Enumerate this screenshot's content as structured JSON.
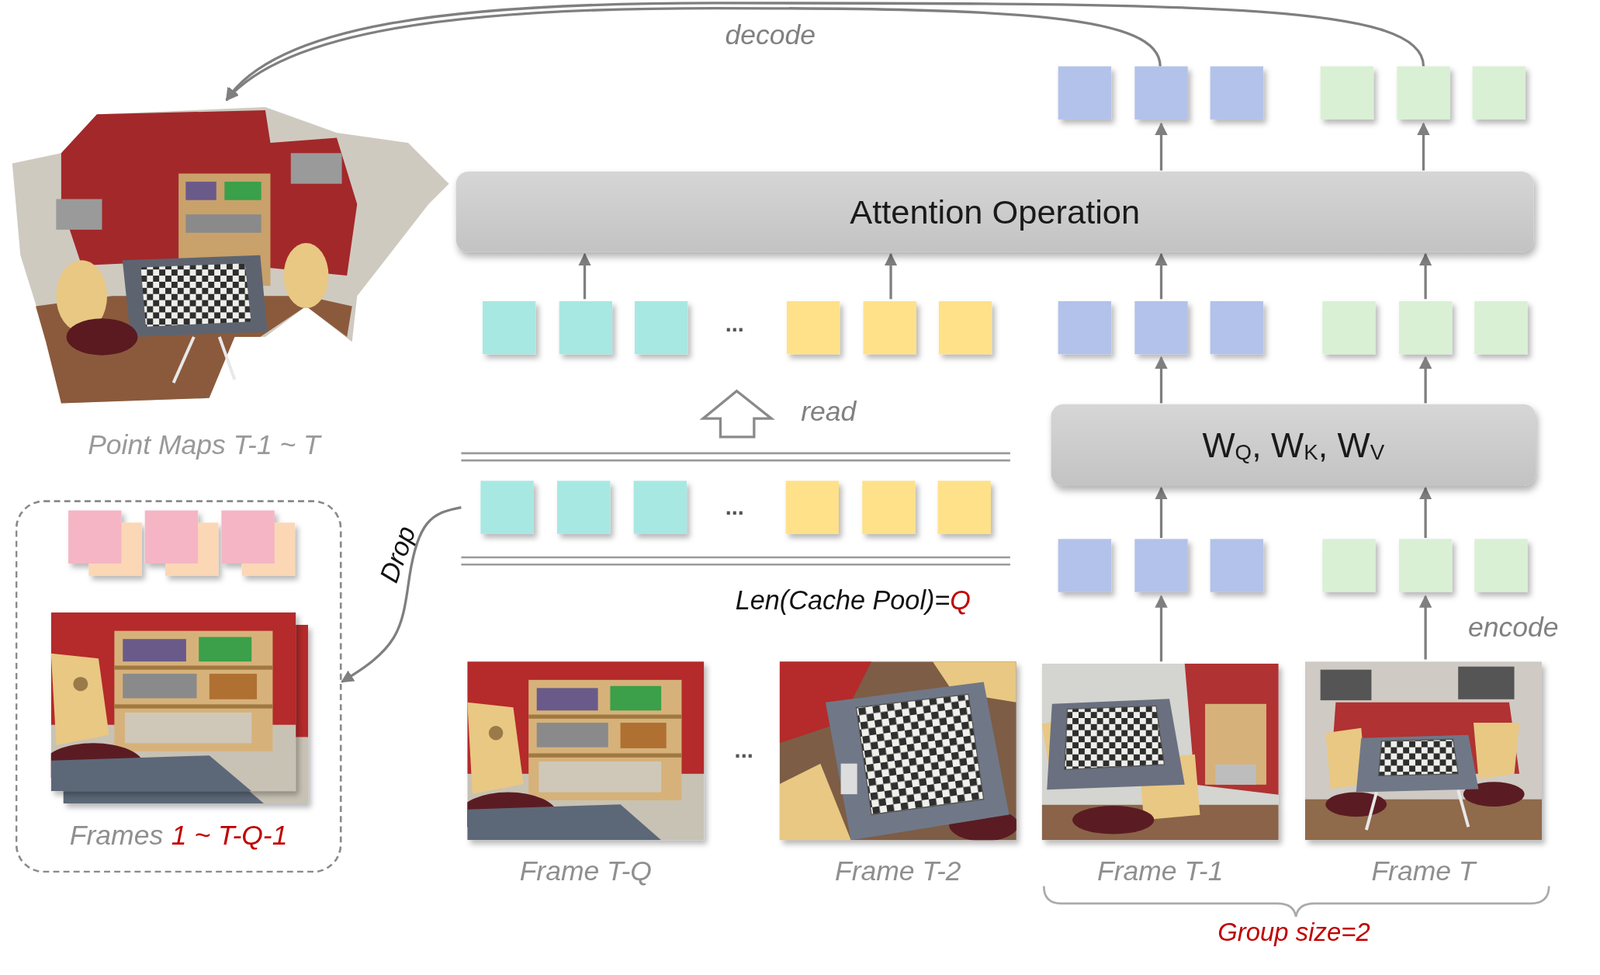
{
  "diagram": {
    "nodes": [
      {
        "text": [
          "Point Maps T-1 ~ T"
        ]
      },
      {
        "text": [
          "Attention Operation"
        ]
      },
      {
        "text": [
          "W",
          "Q",
          ", W",
          "K",
          ", W",
          "V"
        ]
      },
      {
        "text": [
          "Len(Cache Pool)=",
          "Q"
        ]
      },
      {
        "text": [
          "Frames",
          "1 ~ T-Q-1"
        ]
      },
      {
        "text": [
          "Frame T-Q"
        ]
      },
      {
        "text": [
          "Frame T-2"
        ]
      },
      {
        "text": [
          "Frame T-1"
        ]
      },
      {
        "text": [
          "Frame T"
        ]
      }
    ],
    "edges": [
      {
        "from": 3,
        "to": 4,
        "label": "Drop",
        "arrow": "to"
      }
    ],
    "labels": [
      "decode",
      "...",
      "read",
      "...",
      "encode",
      "...",
      "Group size=2"
    ]
  }
}
